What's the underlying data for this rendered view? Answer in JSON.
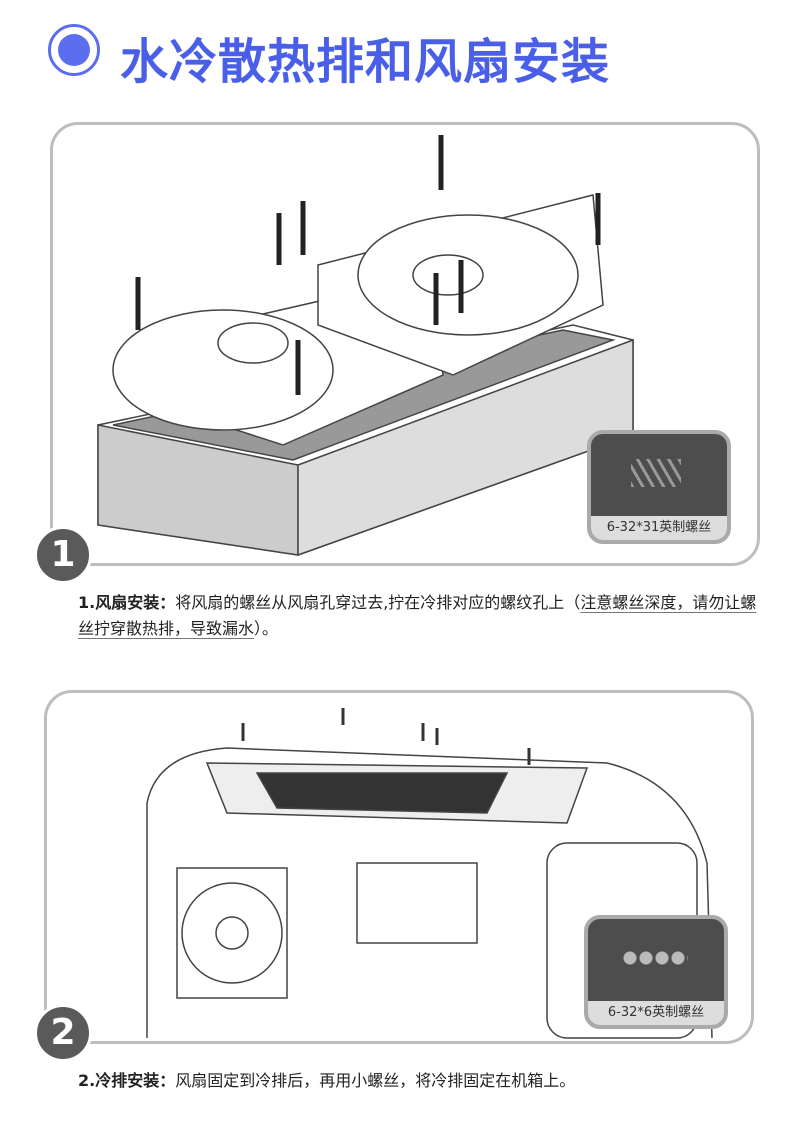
{
  "title": "水冷散热排和风扇安装",
  "step1": {
    "number": "1",
    "inset_caption": "6-32*31英制螺丝",
    "label": "1.风扇安装：",
    "text": "将风扇的螺丝从风扇孔穿过去,拧在冷排对应的螺纹孔上（",
    "note": "注意螺丝深度，请勿让螺丝拧穿散热排，导致漏水",
    "end": "）。"
  },
  "step2": {
    "number": "2",
    "inset_caption": "6-32*6英制螺丝",
    "label": "2.冷排安装：",
    "text": "风扇固定到冷排后，再用小螺丝，将冷排固定在机箱上。"
  }
}
